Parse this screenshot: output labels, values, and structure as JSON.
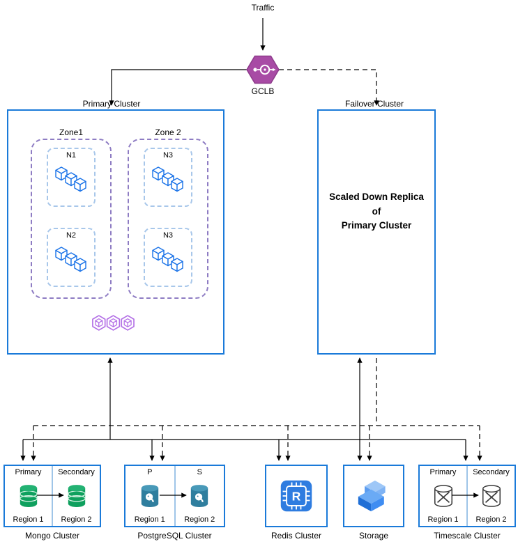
{
  "traffic": {
    "label": "Traffic"
  },
  "gclb": {
    "label": "GCLB",
    "icon": "load-balancer-hexagon-icon"
  },
  "primary_cluster": {
    "label": "Primary Cluster",
    "kubernetes_icon": "kubernetes-hexagons-icon",
    "zones": [
      {
        "label": "Zone1",
        "nodes": [
          {
            "label": "N1",
            "icon": "pods-cubes-icon"
          },
          {
            "label": "N2",
            "icon": "pods-cubes-icon"
          }
        ]
      },
      {
        "label": "Zone 2",
        "nodes": [
          {
            "label": "N3",
            "icon": "pods-cubes-icon"
          },
          {
            "label": "N3",
            "icon": "pods-cubes-icon"
          }
        ]
      }
    ]
  },
  "failover_cluster": {
    "label": "Failover Cluster",
    "body_text": "Scaled Down Replica\nof\nPrimary Cluster"
  },
  "datastores": {
    "mongo": {
      "label": "Mongo Cluster",
      "icon": "mongodb-database-icon",
      "left_header": "Primary",
      "right_header": "Secondary",
      "left_region": "Region 1",
      "right_region": "Region 2"
    },
    "postgres": {
      "label": "PostgreSQL Cluster",
      "icon": "postgresql-database-icon",
      "left_header": "P",
      "right_header": "S",
      "left_region": "Region 1",
      "right_region": "Region 2"
    },
    "redis": {
      "label": "Redis Cluster",
      "icon": "redis-chip-icon",
      "icon_letter": "R"
    },
    "storage": {
      "label": "Storage",
      "icon": "storage-boxes-icon"
    },
    "timescale": {
      "label": "Timescale Cluster",
      "icon": "timescale-database-icon",
      "left_header": "Primary",
      "right_header": "Secondary",
      "left_region": "Region 1",
      "right_region": "Region 2"
    }
  },
  "colors": {
    "cluster_border": "#1a7ad9",
    "zone_border": "#8e7cc3",
    "node_border": "#a8c7ea",
    "panel_divider": "#9fc5e8",
    "gclb_fill": "#a84ba5",
    "kubernetes_purple": "#b36fe6",
    "pod_blue": "#1a73e8",
    "mongo_green": "#0fa05e",
    "postgres_teal": "#2f7e9e",
    "redis_blue": "#2e7ce0",
    "storage_blue": "#3f8df2",
    "connector": "#000000"
  }
}
